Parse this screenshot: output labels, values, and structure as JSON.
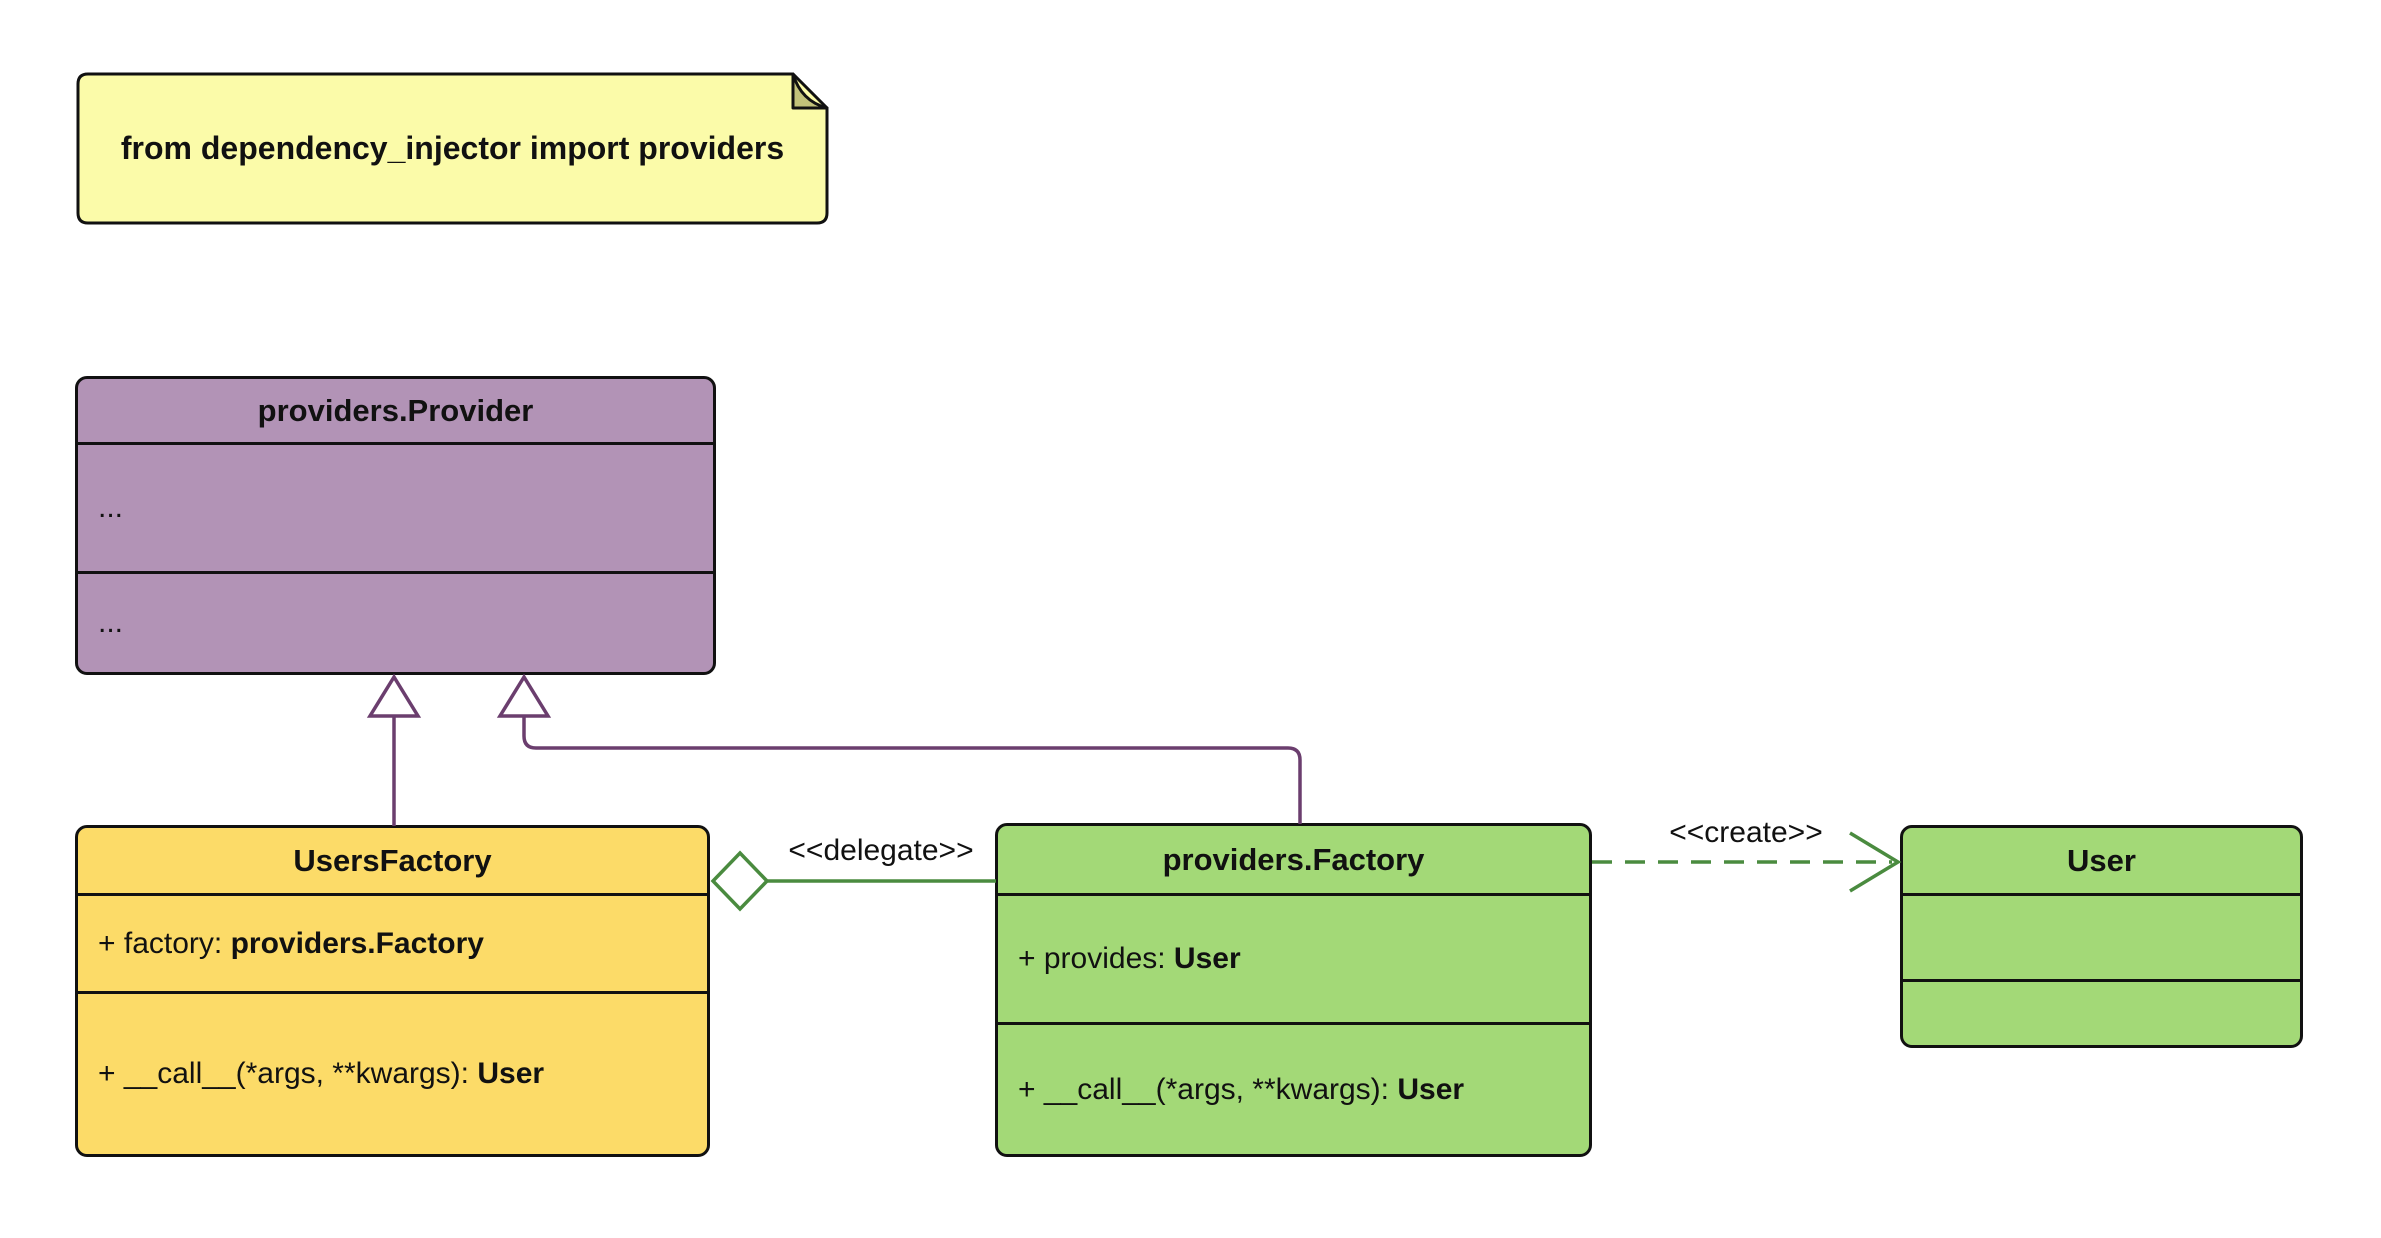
{
  "note": {
    "text": "from dependency_injector import providers"
  },
  "classes": {
    "provider": {
      "title": "providers.Provider",
      "attributes_placeholder": "...",
      "methods_placeholder": "..."
    },
    "users_factory": {
      "title": "UsersFactory",
      "attribute_label": "+ factory: ",
      "attribute_type": "providers.Factory",
      "method_label": "+ __call__(*args, **kwargs): ",
      "method_type": "User"
    },
    "factory": {
      "title": "providers.Factory",
      "attribute_label": "+ provides: ",
      "attribute_type": "User",
      "method_label": "+ __call__(*args, **kwargs): ",
      "method_type": "User"
    },
    "user": {
      "title": "User"
    }
  },
  "relations": {
    "delegate_label": "<<delegate>>",
    "create_label": "<<create>>"
  },
  "colors": {
    "note_fill": "#FBFBA9",
    "note_fold_fill": "#C2C27A",
    "provider_fill": "#B293B6",
    "users_factory_fill": "#FCDB68",
    "factory_fill": "#A3D977",
    "user_fill": "#A3D977",
    "inheritance_line": "#6B3E6E",
    "delegate_line": "#4A8B3F",
    "create_line": "#4A8B3F",
    "border": "#111111",
    "text": "#111111"
  }
}
